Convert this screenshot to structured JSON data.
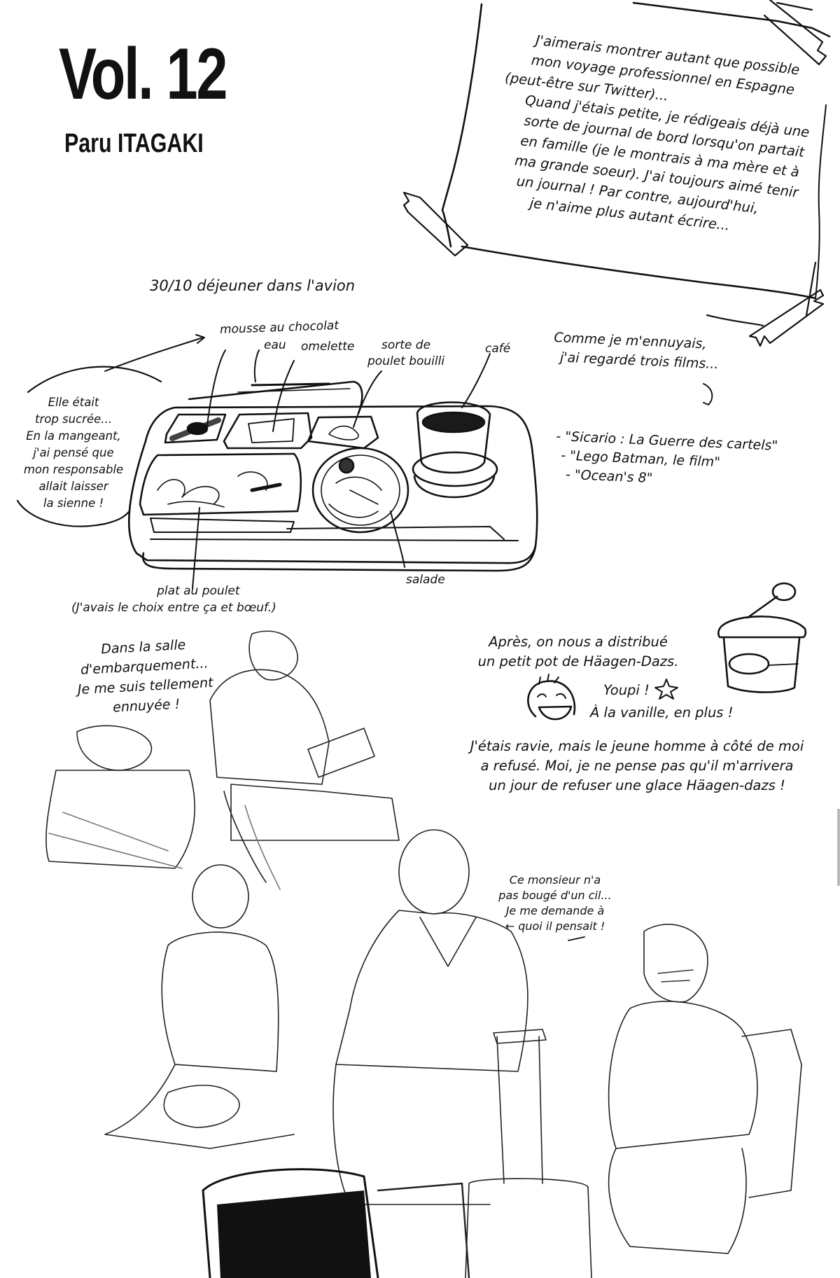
{
  "header": {
    "volume": "Vol. 12",
    "author": "Paru ITAGAKI"
  },
  "note": {
    "lines": [
      "J'aimerais montrer autant que possible",
      "mon voyage professionnel en Espagne",
      "(peut-être sur Twitter)...",
      "Quand j'étais petite, je rédigeais déjà une",
      "sorte de journal de bord lorsqu'on partait",
      "en famille (je le montrais à ma mère et à",
      "ma grande soeur). J'ai toujours aimé tenir",
      "un journal ! Par contre, aujourd'hui,",
      "je n'aime plus autant écrire..."
    ]
  },
  "meal": {
    "heading": "30/10 déjeuner dans l'avion",
    "labels": {
      "mousse": "mousse au chocolat",
      "eau": "eau",
      "omelette": "omelette",
      "poulet_bouilli": [
        "sorte de",
        "poulet bouilli"
      ],
      "cafe": "café",
      "salade": "salade",
      "plat": [
        "plat au poulet",
        "(J'avais le choix entre ça et bœuf.)"
      ]
    },
    "side_comment": [
      "Elle était",
      "trop sucrée...",
      "En la mangeant,",
      "j'ai pensé que",
      "mon responsable",
      "allait laisser",
      "la sienne !"
    ]
  },
  "films": {
    "intro": [
      "Comme je m'ennuyais,",
      "j'ai regardé trois films..."
    ],
    "list": [
      "- \"Sicario : La Guerre des cartels\"",
      "- \"Lego Batman, le film\"",
      "- \"Ocean's 8\""
    ]
  },
  "boarding": {
    "caption": [
      "Dans la salle",
      "d'embarquement...",
      "Je me suis tellement",
      "ennuyée !"
    ]
  },
  "icecream": {
    "lines": [
      "Après, on nous a distribué",
      "un petit pot de Häagen-Dazs."
    ],
    "youpi": "Youpi !",
    "vanille": "À la vanille, en plus !",
    "paragraph": [
      "J'étais ravie, mais le jeune homme à côté de moi",
      "a refusé. Moi, je ne pense pas qu'il m'arrivera",
      "un jour de refuser une glace Häagen-dazs !"
    ]
  },
  "monsieur": {
    "lines": [
      "Ce monsieur n'a",
      "pas bougé d'un cil...",
      "Je me demande à",
      "← quoi il pensait !"
    ]
  }
}
